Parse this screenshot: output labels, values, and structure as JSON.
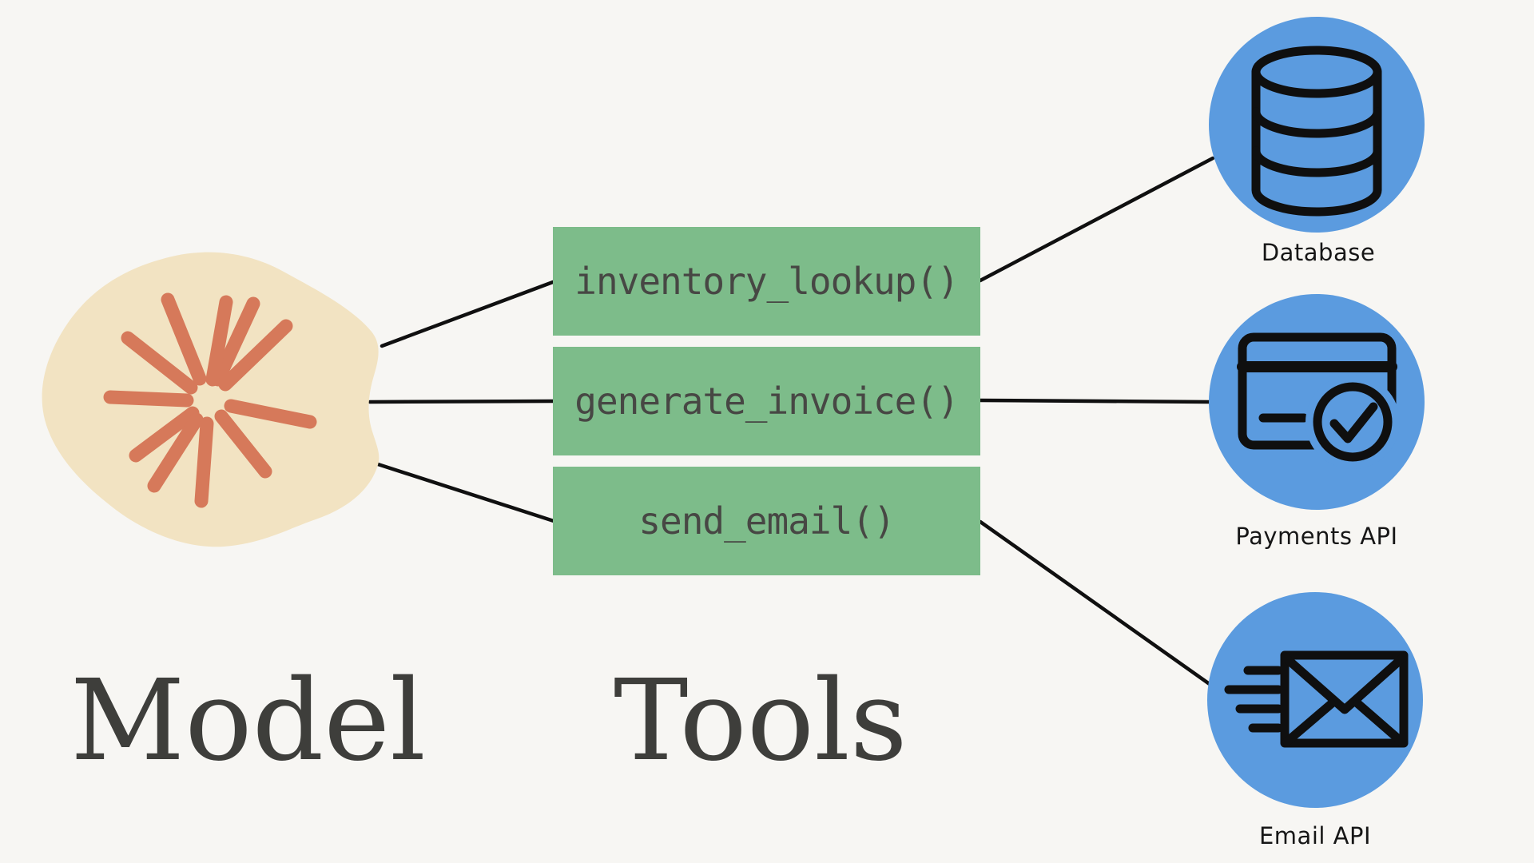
{
  "diagram_title": "Model and Tools diagram",
  "model": {
    "label": "Model"
  },
  "tools": {
    "label": "Tools",
    "functions": [
      {
        "name": "inventory_lookup()"
      },
      {
        "name": "generate_invoice()"
      },
      {
        "name": "send_email()"
      }
    ]
  },
  "services": [
    {
      "name": "Database",
      "icon": "database-icon"
    },
    {
      "name": "Payments API",
      "icon": "credit-card-check-icon"
    },
    {
      "name": "Email API",
      "icon": "email-send-icon"
    }
  ],
  "colors": {
    "background": "#F7F6F3",
    "tool_box": "#7DBC8A",
    "tool_text": "#474744",
    "service_circle": "#5B9BDF",
    "icon_stroke": "#0F0F0F",
    "model_blob": "#F2E3C2",
    "starburst": "#D6795A",
    "connector": "#101010",
    "heading_text": "#3E3E3B",
    "service_label_text": "#161616"
  }
}
